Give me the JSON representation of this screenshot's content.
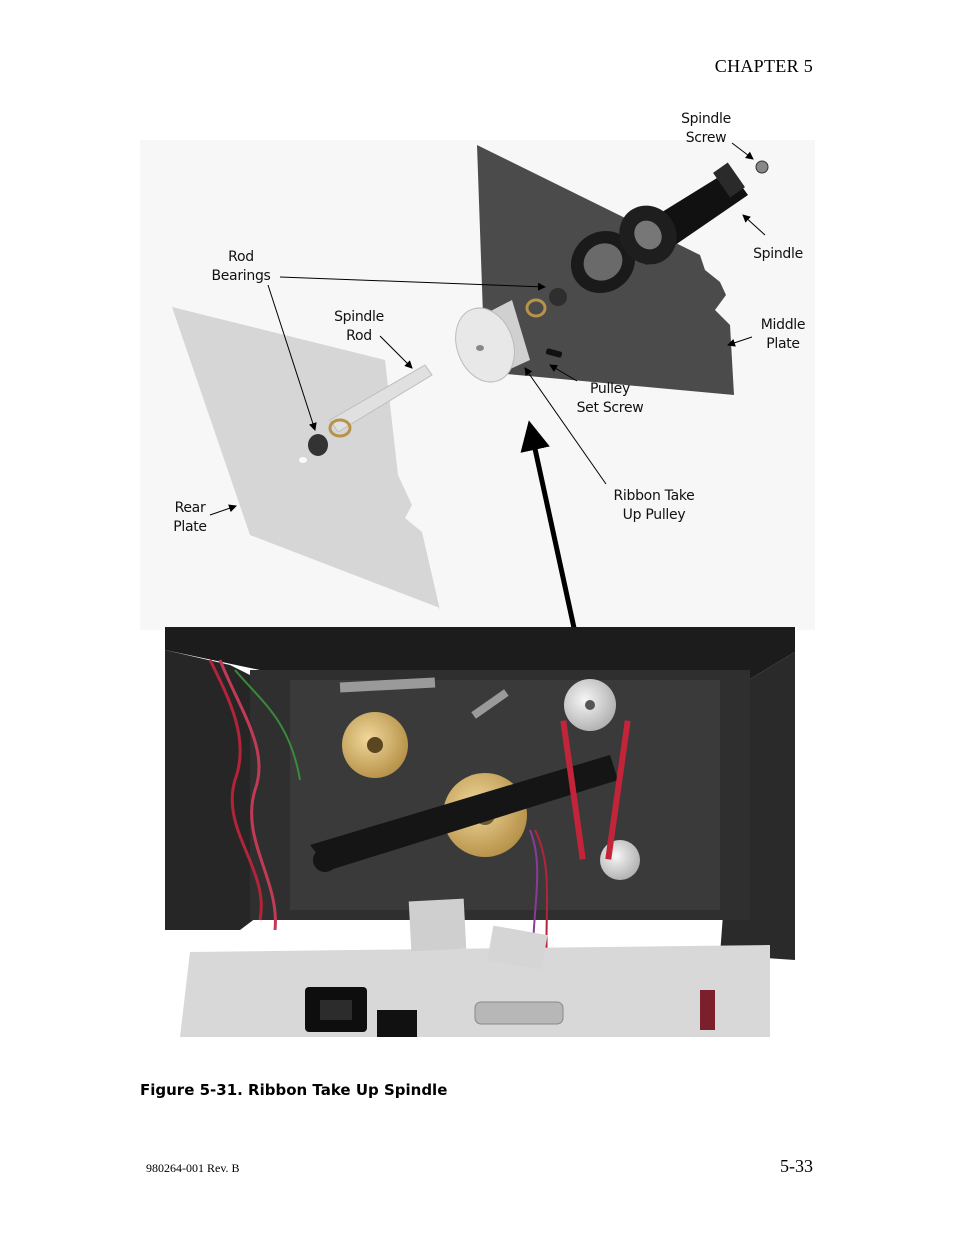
{
  "header": {
    "chapter": "CHAPTER 5"
  },
  "figure": {
    "labels": {
      "spindle_screw": "Spindle\nScrew",
      "spindle": "Spindle",
      "rod_bearings": "Rod\nBearings",
      "spindle_rod": "Spindle\nRod",
      "middle_plate": "Middle\nPlate",
      "pulley_set_screw": "Pulley\nSet Screw",
      "ribbon_take_up_pulley": "Ribbon Take\nUp Pulley",
      "rear_plate": "Rear\nPlate"
    },
    "colors": {
      "middle_plate": "#4a4a4a",
      "rear_plate": "#cfcfcf",
      "pulley": "#e6e6e6",
      "spindle": "#1a1a1a",
      "photo_frame": "#2b2b2b",
      "wire_red": "#b3243a",
      "brass": "#c9a45a"
    }
  },
  "caption": "Figure 5-31. Ribbon Take Up Spindle",
  "footer": {
    "doc_number": "980264-001 Rev. B",
    "page_number": "5-33"
  }
}
